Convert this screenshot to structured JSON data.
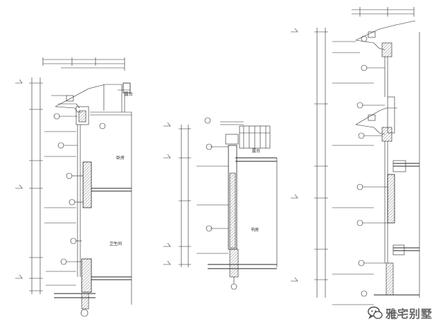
{
  "drawing": {
    "room_labels": {
      "section_1_upper_room": "卧房",
      "section_1_lower_room": "卫生间",
      "section_1_roof": "露台",
      "section_2_room": "书房",
      "section_2_roof": "露台"
    }
  },
  "watermark": {
    "icon": "wechat-bubble-icon",
    "text": "雅宅别墅"
  }
}
